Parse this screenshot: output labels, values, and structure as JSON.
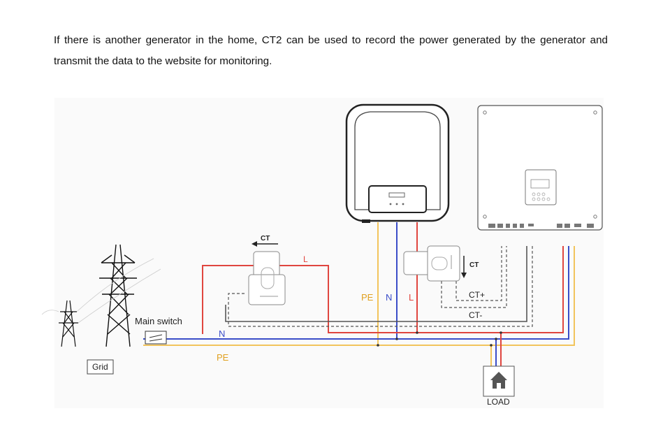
{
  "document": {
    "paragraph": "If there is another generator in the home, CT2 can be used to record the power generated by the generator and transmit the data to the website for monitoring."
  },
  "diagram": {
    "labels": {
      "main_switch": "Main switch",
      "grid": "Grid",
      "n_left": "N",
      "pe_left": "PE",
      "ct_left": "CT",
      "l_top": "L",
      "pe_vertical": "PE",
      "n_vertical": "N",
      "l_vertical": "L",
      "ct_right": "CT",
      "ct_plus": "CT+",
      "ct_minus": "CT-",
      "load": "LOAD"
    },
    "wire_colors": {
      "L": "#e0463f",
      "N": "#3a4dc8",
      "PE": "#f2c45c",
      "CT": "#555555"
    }
  }
}
